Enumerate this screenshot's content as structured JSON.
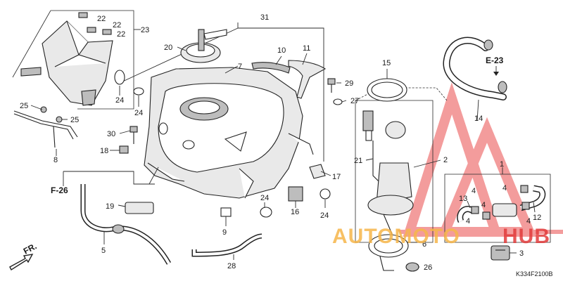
{
  "diagram": {
    "callouts": [
      "1",
      "2",
      "3",
      "4",
      "4",
      "4",
      "4",
      "4",
      "5",
      "6",
      "7",
      "8",
      "9",
      "10",
      "11",
      "12",
      "13",
      "14",
      "15",
      "16",
      "17",
      "18",
      "19",
      "20",
      "21",
      "22",
      "22",
      "22",
      "23",
      "24",
      "24",
      "24",
      "24",
      "25",
      "25",
      "26",
      "27",
      "28",
      "29",
      "30",
      "31"
    ],
    "refs": {
      "e23": "E-23",
      "f26": "F-26",
      "fr": "FR."
    },
    "diagram_code": "K334F2100B",
    "watermark": {
      "part1": "AUTOMOTO",
      "part2": "HUB"
    },
    "colors": {
      "line": "#2a2a2a",
      "watermark_red": "#e23b3b",
      "watermark_orange": "#f6b64a",
      "watermark_triangle": "#f4a0a0",
      "gray_fill": "#e9e9e9"
    }
  }
}
